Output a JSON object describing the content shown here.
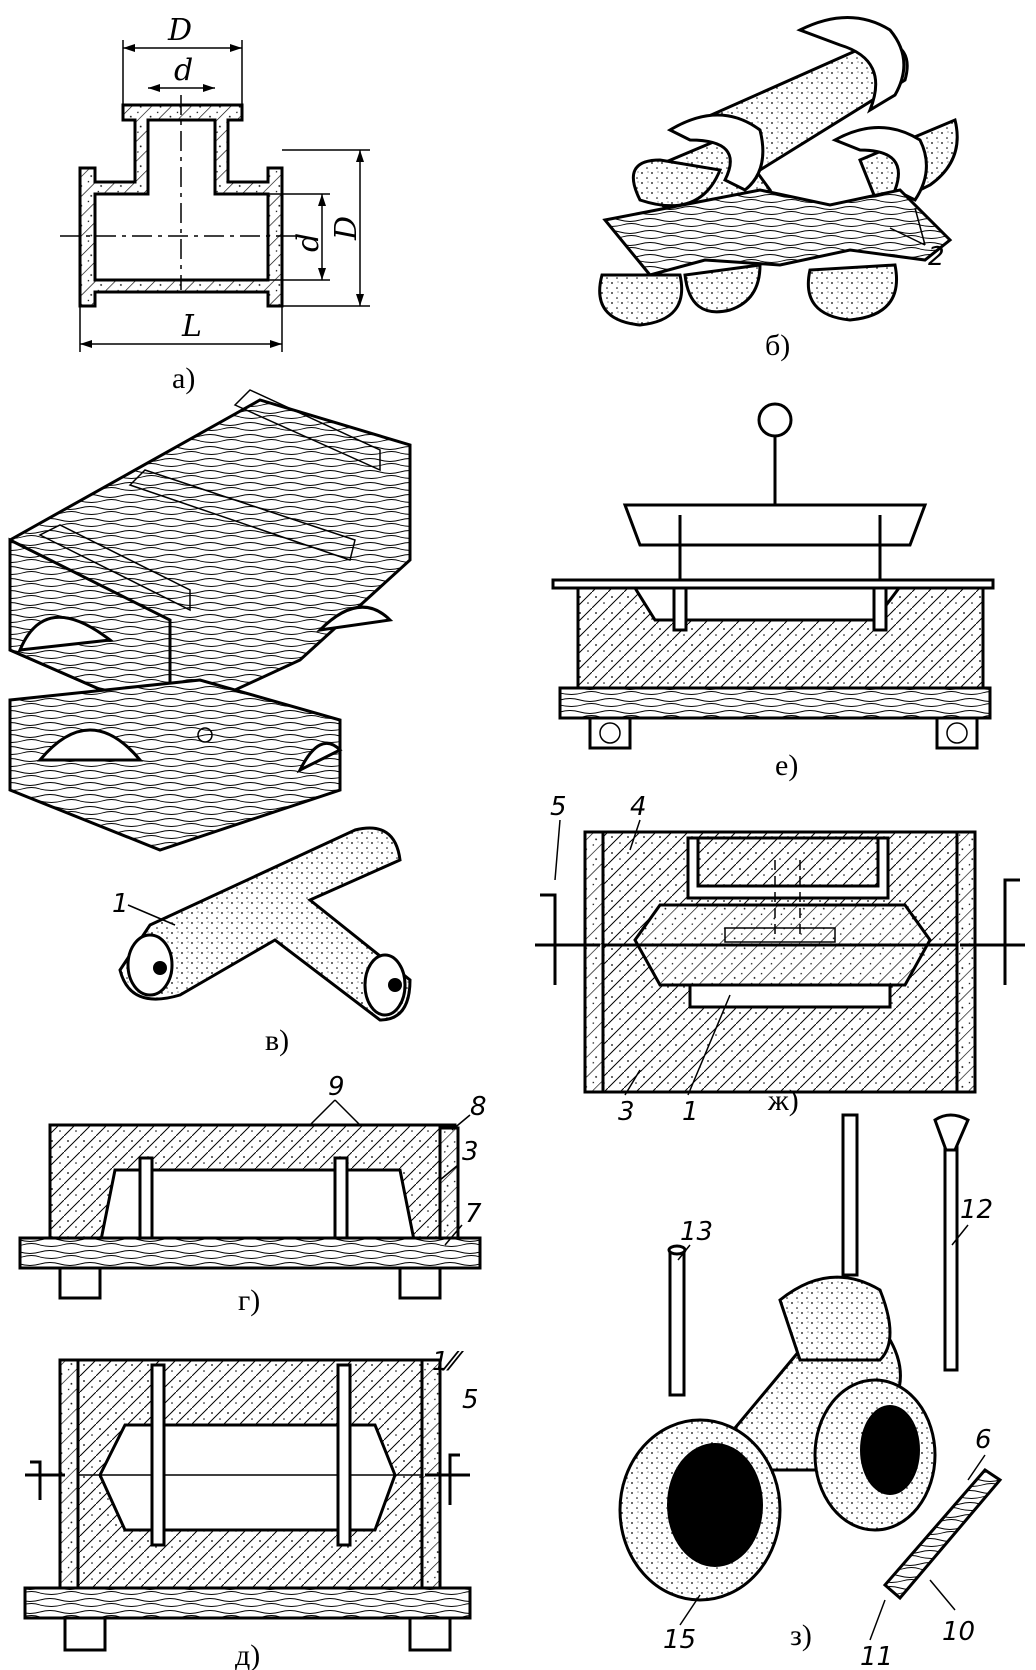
{
  "captions": {
    "a": "а)",
    "b": "б)",
    "v": "в)",
    "g": "г)",
    "d": "д)",
    "e": "е)",
    "zh": "ж)",
    "z": "з)"
  },
  "dimensions": {
    "D_top": "D",
    "d_top": "d",
    "d_side": "d",
    "D_side": "D",
    "L": "L"
  },
  "part_numbers": {
    "n1_v": "1",
    "n2_b": "2",
    "n3_g": "3",
    "n7_g": "7",
    "n8_g": "8",
    "n9_g": "9",
    "n1_d": "1⁄⁄",
    "n5_d": "5",
    "n4_zh": "4",
    "n5_zh": "5",
    "n3_zh": "3",
    "n1_zh": "1",
    "n12_z": "12",
    "n13_z": "13",
    "n6_z": "6",
    "n10_z": "10",
    "n11_z": "11",
    "n15_z": "15"
  }
}
